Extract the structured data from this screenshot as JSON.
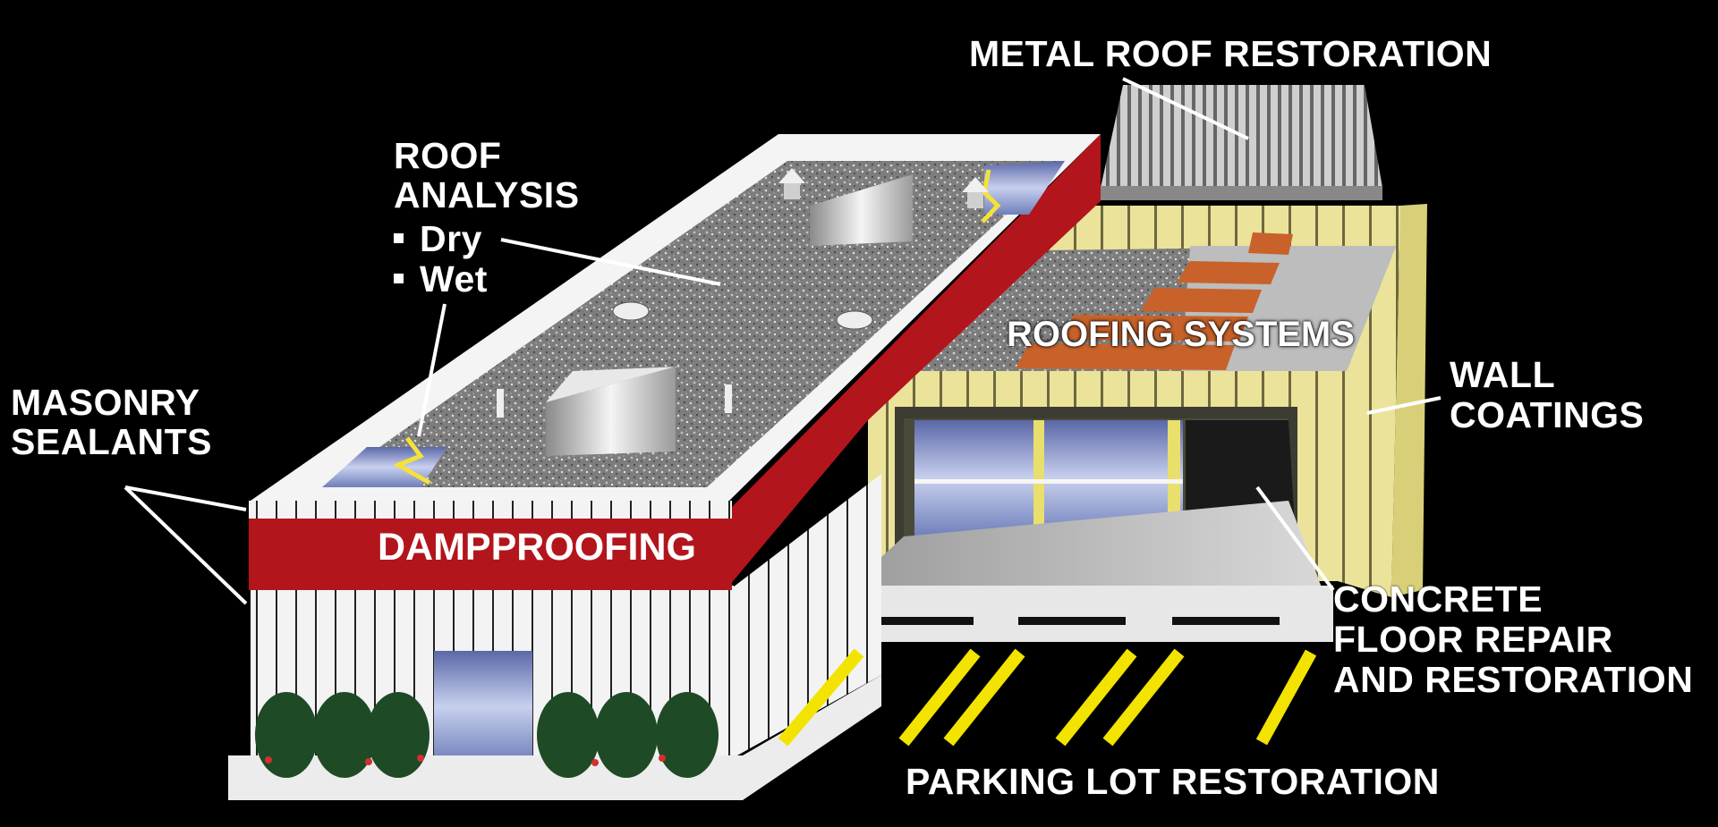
{
  "labels": {
    "metal_roof": "METAL ROOF RESTORATION",
    "roof_analysis_1": "ROOF",
    "roof_analysis_2": "ANALYSIS",
    "dry": "Dry",
    "wet": "Wet",
    "masonry_1": "MASONRY",
    "masonry_2": "SEALANTS",
    "dampproofing": "DAMPPROOFING",
    "roofing_systems": "ROOFING SYSTEMS",
    "wall_1": "WALL",
    "wall_2": "COATINGS",
    "concrete_1": "CONCRETE",
    "concrete_2": "FLOOR REPAIR",
    "concrete_3": "AND RESTORATION",
    "parking": "PARKING LOT RESTORATION"
  },
  "colors": {
    "background": "#000000",
    "parapet_red": "#b3151c",
    "wall_white": "#f1f1f1",
    "gravel": "#8a8a8a",
    "yellow_wall": "#e8e08a",
    "parking_yellow": "#f2e300",
    "roof_board_orange": "#c8622a",
    "glass_blue": "#7f8fc4",
    "shrub_green": "#1f4a26"
  },
  "icons": [
    "shrub-icon",
    "roof-vent-icon",
    "roof-drain-icon"
  ]
}
